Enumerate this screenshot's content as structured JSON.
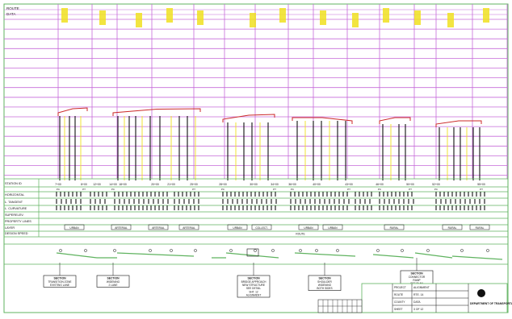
{
  "sheet": {
    "header": {
      "line1": "ROUTE",
      "line2": "DATA"
    },
    "row_labels": [
      "STATION ID",
      "HORIZONTAL",
      "L. TANGENT",
      "L. CURVATURE",
      "SUPERELEV.",
      "PROPERTY LINES",
      "LAYER",
      "DESIGN SPEED"
    ],
    "station_labels": [
      "7+00",
      "8+00",
      "12+00",
      "14+00",
      "18+00",
      "20+00",
      "21+00",
      "25+00",
      "28+00",
      "30+00",
      "34+00",
      "36+00",
      "40+00",
      "43+00",
      "46+00",
      "50+00",
      "52+00",
      "55+00"
    ],
    "station_codes": [
      "PC",
      "PT",
      "PC",
      "PT",
      "PC",
      "PT",
      "PC",
      "PT",
      "PC",
      "PT",
      "PC",
      "PT"
    ],
    "design_labels": [
      "URBAN",
      "ARTERIAL",
      "ARTERIAL",
      "ARTERIAL",
      "URBAN",
      "COLLECT.",
      "URBAN",
      "URBAN",
      "RURAL",
      "RURAL",
      "RURAL"
    ],
    "bottom_row_label": "ROUTE",
    "callouts": [
      {
        "title": "SECTION",
        "lines": [
          "TRANSITION ZONE",
          "EXISTING LANE"
        ]
      },
      {
        "title": "SECTION",
        "lines": [
          "WIDENING",
          "2 LANE"
        ]
      },
      {
        "title": "SECTION",
        "lines": [
          "BRIDGE APPROACH",
          "NEW STRUCTURE",
          "SEE DETAIL",
          "SHT. 12",
          "ALIGNMENT"
        ]
      },
      {
        "title": "SECTION",
        "lines": [
          "SHOULDER",
          "WIDENING",
          "BOTH SIDES"
        ]
      },
      {
        "title": "SECTION",
        "lines": [
          "CONNECTOR",
          "RAMP",
          "SEE PLAN"
        ]
      }
    ],
    "title_block": {
      "labels": [
        "PROJECT",
        "ROUTE",
        "COUNTY",
        "SHEET"
      ],
      "values": [
        "ALIGNMENT",
        "RTE. 14",
        "DATA",
        "3 OF 12"
      ],
      "logo_name": "DEPARTMENT OF TRANSPORTATION"
    },
    "colors": {
      "grid_magenta": "#c66ad9",
      "grid_green": "#5fb35f",
      "profile_red": "#cc2a2a",
      "guide_yellow": "#f0e020",
      "ink": "#111111"
    }
  }
}
